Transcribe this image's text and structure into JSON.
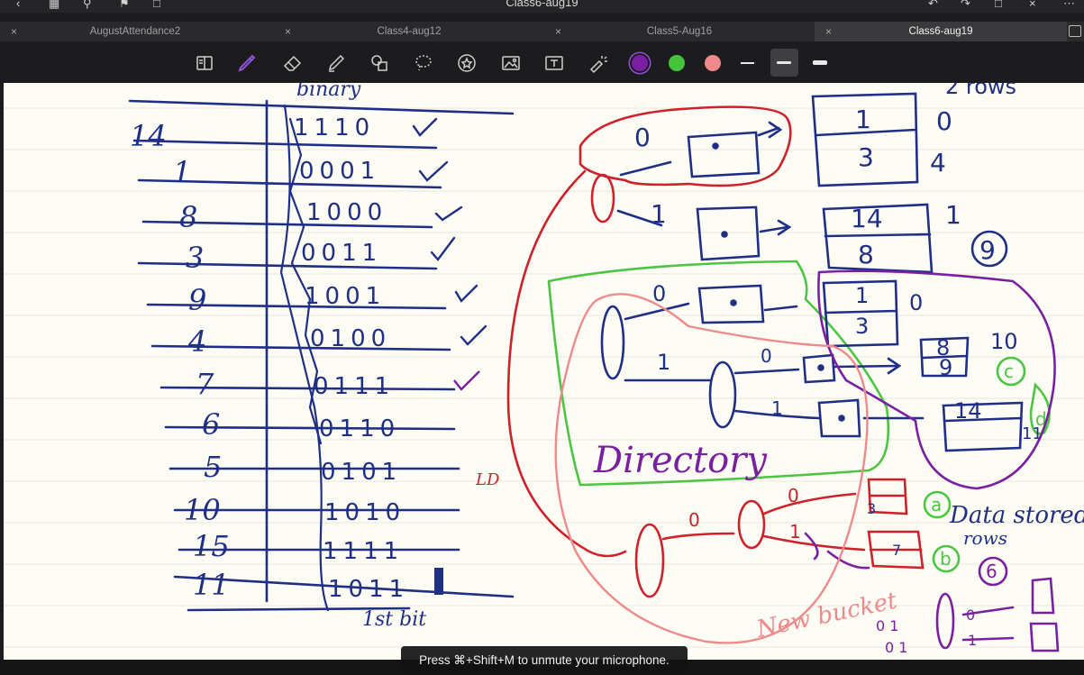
{
  "window": {
    "title": "Class6-aug19"
  },
  "tabs": [
    {
      "label": "AugustAttendance2",
      "active": false
    },
    {
      "label": "Class4-aug12",
      "active": false
    },
    {
      "label": "Class5-Aug16",
      "active": false
    },
    {
      "label": "Class6-aug19",
      "active": true
    }
  ],
  "toolbar": {
    "tools": [
      "read-mode-icon",
      "pen-icon",
      "eraser-icon",
      "highlighter-icon",
      "shapes-icon",
      "lasso-icon",
      "sticker-icon",
      "image-icon",
      "text-box-icon",
      "laser-pointer-icon"
    ],
    "colors": [
      "#7b1fa2",
      "#43c43c",
      "#f08a8a"
    ],
    "selected_color": "#7b1fa2",
    "stroke_widths": [
      "thin",
      "medium",
      "thick"
    ],
    "selected_stroke": "medium"
  },
  "notes": {
    "header": "binary",
    "footer_label": "1st bit",
    "rows": [
      {
        "num": "14",
        "bits": "1110"
      },
      {
        "num": "1",
        "bits": "0001"
      },
      {
        "num": "8",
        "bits": "1000"
      },
      {
        "num": "3",
        "bits": "0011"
      },
      {
        "num": "9",
        "bits": "1001"
      },
      {
        "num": "4",
        "bits": "0100"
      },
      {
        "num": "7",
        "bits": "0111"
      },
      {
        "num": "6",
        "bits": "0110"
      },
      {
        "num": "5",
        "bits": "0101"
      },
      {
        "num": "10",
        "bits": "1010"
      },
      {
        "num": "15",
        "bits": "1111"
      },
      {
        "num": "11",
        "bits": "1011"
      }
    ],
    "tree_labels": {
      "top_right": "2 rows",
      "directory": "Directory",
      "new_bucket": "New bucket",
      "data_stored": "Data stored",
      "rows": "rows",
      "local_depth": "LD"
    }
  },
  "notification": {
    "text": "Press ⌘+Shift+M to unmute your microphone."
  }
}
